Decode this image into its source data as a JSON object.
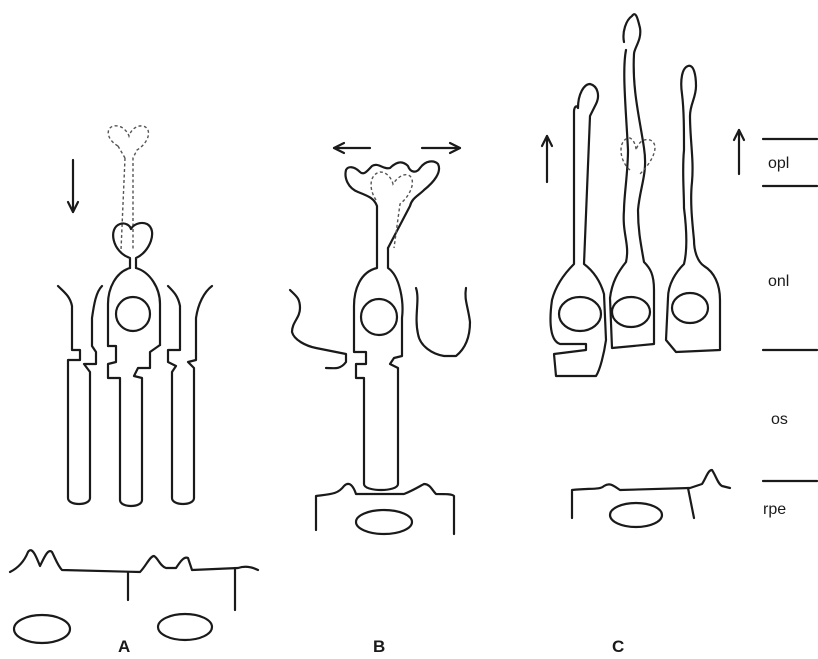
{
  "panels": [
    {
      "label": "A",
      "arrow": "down"
    },
    {
      "label": "B",
      "arrow": "left-right"
    },
    {
      "label": "C",
      "arrow": "up"
    }
  ],
  "layers": [
    "opl",
    "onl",
    "os",
    "rpe"
  ],
  "colors": {
    "ink": "#1a1a1a",
    "dashed": "#555555",
    "background": "#ffffff"
  }
}
